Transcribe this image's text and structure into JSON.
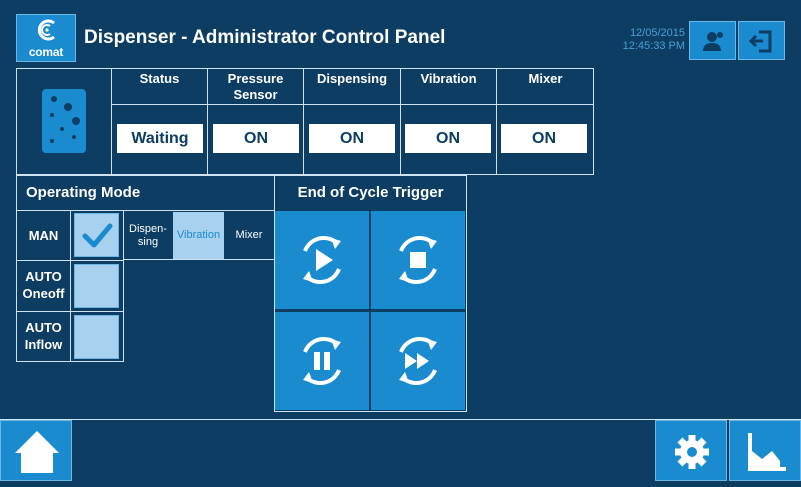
{
  "header": {
    "brand": "comat",
    "title": "Dispenser - Administrator Control Panel",
    "date": "12/05/2015",
    "time": "12:45:33 PM"
  },
  "status_panel": {
    "columns": [
      {
        "label": "Status",
        "value": "Waiting"
      },
      {
        "label": "Pressure Sensor",
        "value": "ON"
      },
      {
        "label": "Dispensing",
        "value": "ON"
      },
      {
        "label": "Vibration",
        "value": "ON"
      },
      {
        "label": "Mixer",
        "value": "ON"
      }
    ]
  },
  "operating_mode": {
    "title": "Operating Mode",
    "modes": [
      {
        "label": "MAN",
        "checked": true
      },
      {
        "label": "AUTO Oneoff",
        "checked": false
      },
      {
        "label": "AUTO Inflow",
        "checked": false
      }
    ],
    "man_options": [
      {
        "label": "Dispen-sing",
        "active": false
      },
      {
        "label": "Vibration",
        "active": true
      },
      {
        "label": "Mixer",
        "active": false
      }
    ]
  },
  "end_of_cycle": {
    "title": "End of Cycle Trigger",
    "buttons": [
      "cycle-play-icon",
      "cycle-stop-icon",
      "cycle-pause-icon",
      "cycle-fast-forward-icon"
    ]
  },
  "colors": {
    "background": "#0d3d63",
    "accent": "#1b8bd0",
    "light_accent": "#a8d0ef"
  }
}
